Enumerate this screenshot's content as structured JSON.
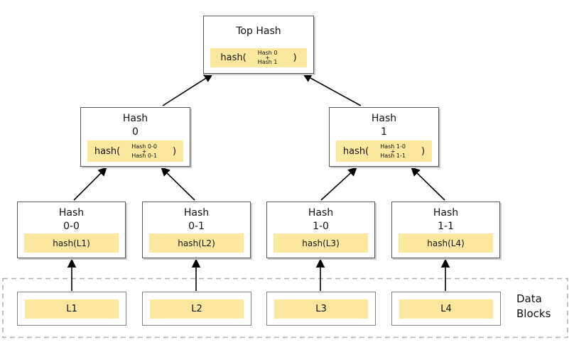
{
  "nodes": {
    "top": {
      "title": "Top Hash",
      "fn_open": "hash(",
      "arg1": "Hash 0",
      "plus": "+",
      "arg2": "Hash 1",
      "fn_close": ")"
    },
    "level2": [
      {
        "title": "Hash",
        "index": "0",
        "fn_open": "hash(",
        "arg1": "Hash 0-0",
        "plus": "+",
        "arg2": "Hash 0-1",
        "fn_close": ")"
      },
      {
        "title": "Hash",
        "index": "1",
        "fn_open": "hash(",
        "arg1": "Hash 1-0",
        "plus": "+",
        "arg2": "Hash 1-1",
        "fn_close": ")"
      }
    ],
    "level3": [
      {
        "title": "Hash",
        "index": "0-0",
        "hash_label": "hash(L1)"
      },
      {
        "title": "Hash",
        "index": "0-1",
        "hash_label": "hash(L2)"
      },
      {
        "title": "Hash",
        "index": "1-0",
        "hash_label": "hash(L3)"
      },
      {
        "title": "Hash",
        "index": "1-1",
        "hash_label": "hash(L4)"
      }
    ]
  },
  "data_blocks": {
    "items": [
      {
        "label": "L1"
      },
      {
        "label": "L2"
      },
      {
        "label": "L3"
      },
      {
        "label": "L4"
      }
    ],
    "caption_line1": "Data",
    "caption_line2": "Blocks"
  },
  "colors": {
    "highlight_fill": "#FBE79D",
    "node_border": "#5a5a5a",
    "data_box_border": "#808080",
    "dashed_border": "#b0b0b0",
    "arrow": "#000000",
    "background": "#ffffff"
  }
}
